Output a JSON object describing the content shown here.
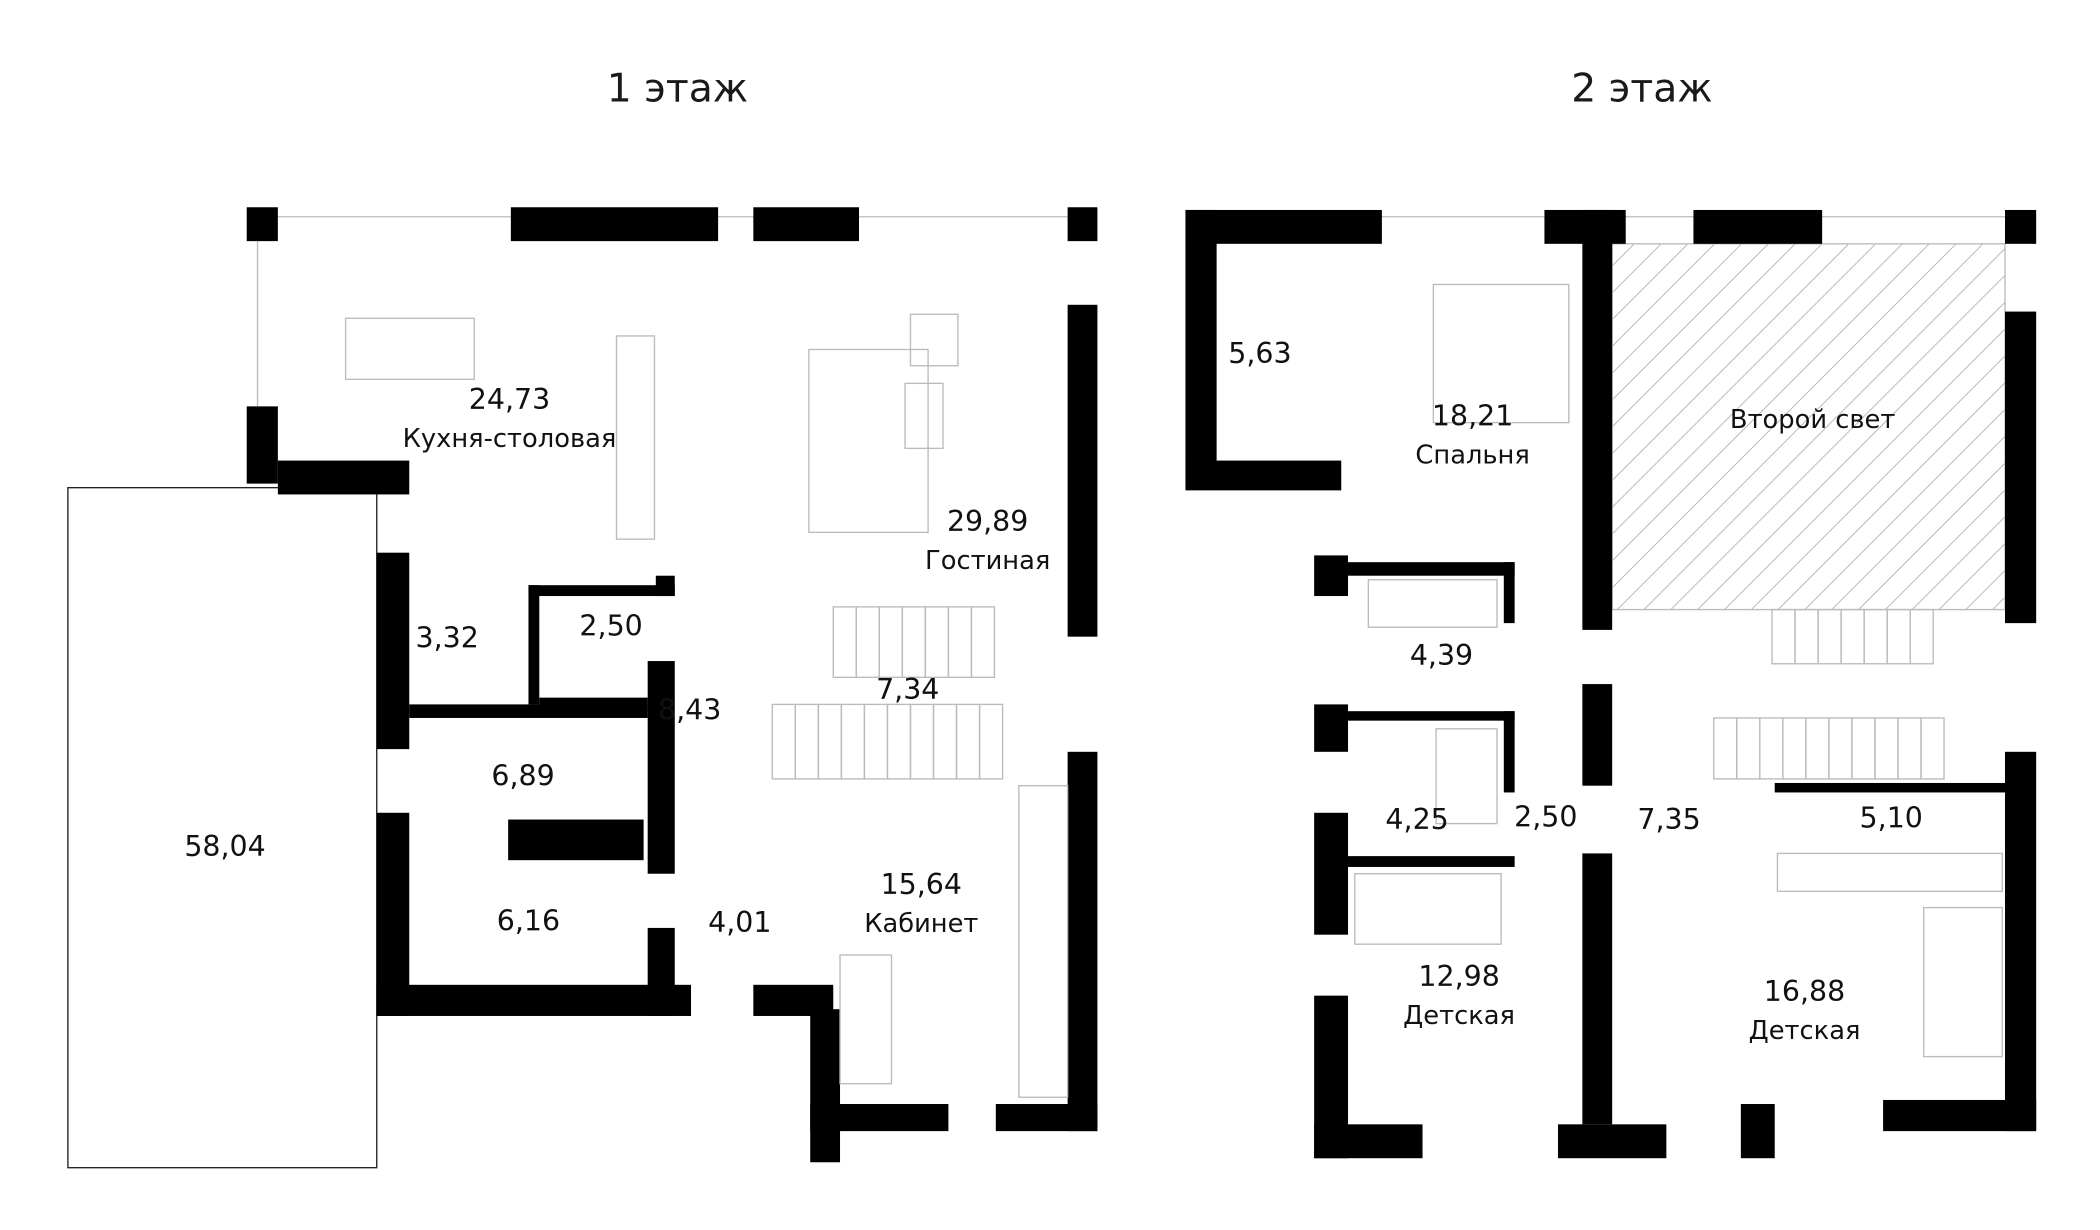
{
  "floors": [
    {
      "title": "1 этаж",
      "rooms": [
        {
          "area": "24,73",
          "name": "Кухня-столовая"
        },
        {
          "area": "29,89",
          "name": "Гостиная"
        },
        {
          "area": "3,32",
          "name": ""
        },
        {
          "area": "2,50",
          "name": ""
        },
        {
          "area": "8,43",
          "name": ""
        },
        {
          "area": "7,34",
          "name": ""
        },
        {
          "area": "6,89",
          "name": ""
        },
        {
          "area": "58,04",
          "name": ""
        },
        {
          "area": "6,16",
          "name": ""
        },
        {
          "area": "4,01",
          "name": ""
        },
        {
          "area": "15,64",
          "name": "Кабинет"
        }
      ]
    },
    {
      "title": "2 этаж",
      "rooms": [
        {
          "area": "5,63",
          "name": ""
        },
        {
          "area": "18,21",
          "name": "Спальня"
        },
        {
          "area": "",
          "name": "Второй свет"
        },
        {
          "area": "4,39",
          "name": ""
        },
        {
          "area": "2,50",
          "name": ""
        },
        {
          "area": "4,25",
          "name": ""
        },
        {
          "area": "7,35",
          "name": ""
        },
        {
          "area": "5,10",
          "name": ""
        },
        {
          "area": "12,98",
          "name": "Детская"
        },
        {
          "area": "16,88",
          "name": "Детская"
        }
      ]
    }
  ],
  "colors": {
    "wall": "#000000",
    "background": "#ffffff",
    "hatch": "#9a9a9a"
  }
}
